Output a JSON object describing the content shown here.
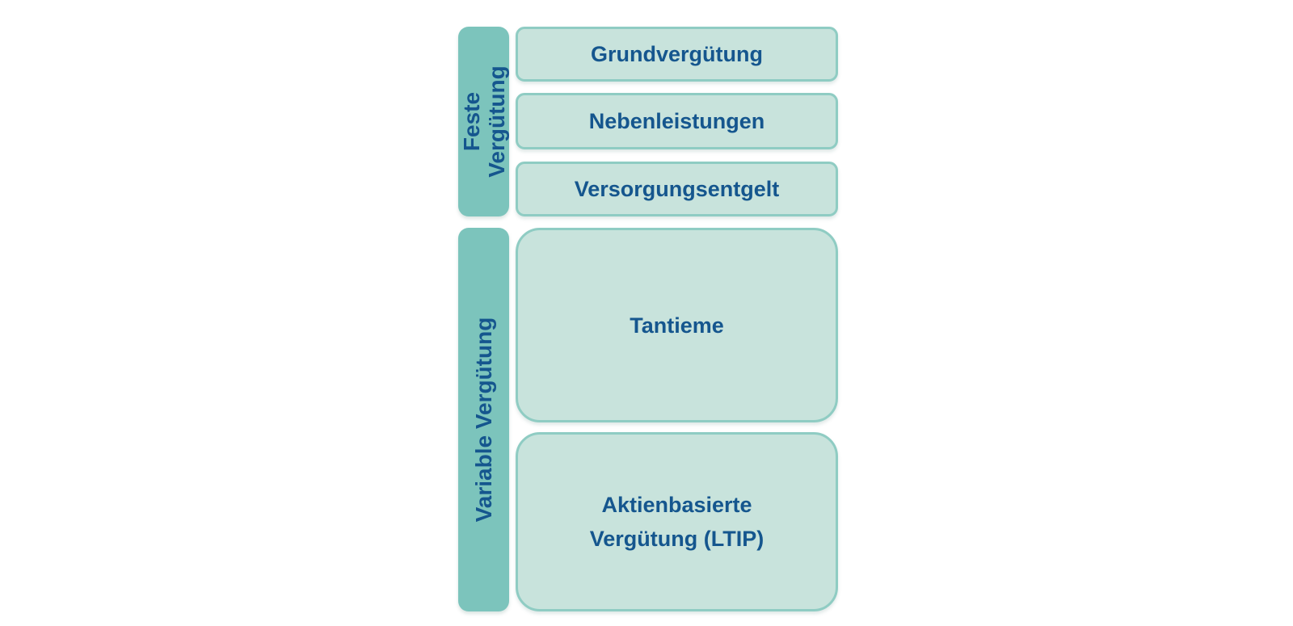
{
  "colors": {
    "background": "#ffffff",
    "sidebar_fill": "#7cc4bc",
    "box_fill": "#c8e3dc",
    "box_border": "#8fccc3",
    "label_text": "#15568e"
  },
  "diagram": {
    "groups": [
      {
        "label": "Feste\nVergütung",
        "items": [
          "Grundvergütung",
          "Nebenleistungen",
          "Versorgungsentgelt"
        ]
      },
      {
        "label": "Variable Vergütung",
        "items": [
          "Tantieme",
          "Aktienbasierte\nVergütung (LTIP)"
        ]
      }
    ]
  }
}
